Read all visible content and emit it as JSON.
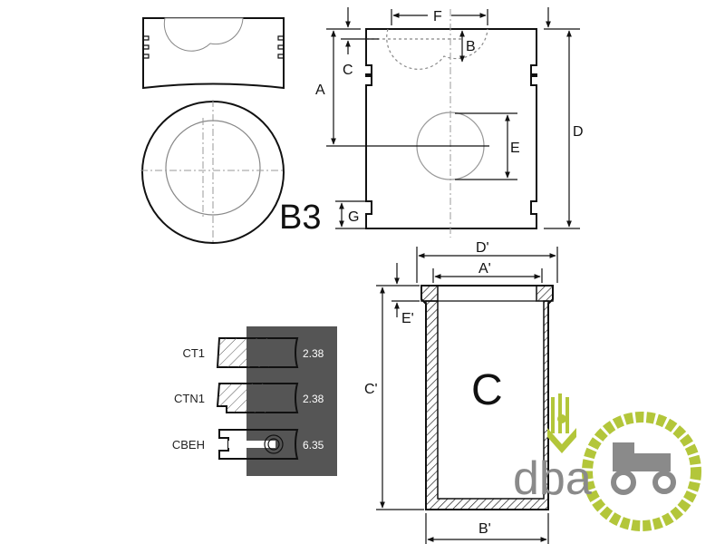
{
  "piston": {
    "model_label": "B3",
    "dimensions": {
      "A": "A",
      "B": "B",
      "C": "C",
      "D": "D",
      "E": "E",
      "F": "F",
      "G": "G"
    }
  },
  "liner": {
    "model_label": "C",
    "dimensions": {
      "A": "A'",
      "B": "B'",
      "C": "C'",
      "D": "D'",
      "E": "E'"
    }
  },
  "rings": [
    {
      "name": "CT1",
      "value": "2.38"
    },
    {
      "name": "CTN1",
      "value": "2.38"
    },
    {
      "name": "CBEH",
      "value": "6.35"
    }
  ],
  "logo": {
    "text": "dba",
    "green": "#b3c63a",
    "gray": "#8a8a8a"
  },
  "colors": {
    "ring_panel": "#555555"
  }
}
